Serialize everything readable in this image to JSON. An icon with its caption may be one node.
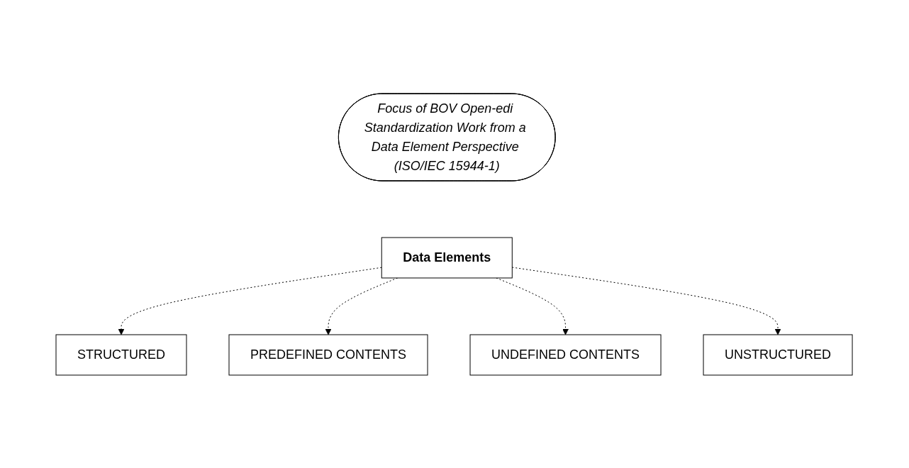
{
  "diagram": {
    "nodes": [
      {
        "text": [
          "STRUCTURED"
        ]
      },
      {
        "text": [
          "Focus of BOV Open-edi Standardization Work from a Data Element Perspective (ISO/IEC 15944-1)"
        ]
      },
      {
        "text": [
          "PREDEFINED CONTENTS"
        ]
      },
      {
        "text": [
          "Data Elements"
        ]
      },
      {
        "text": [
          "UNDEFINED CONTENTS"
        ]
      },
      {
        "text": [
          "UNSTRUCTURED"
        ]
      }
    ],
    "edges": [
      {
        "from": 3,
        "to": 0,
        "arrow": "to",
        "style": "dashed"
      },
      {
        "from": 3,
        "to": 2,
        "arrow": "to",
        "style": "dashed"
      },
      {
        "from": 3,
        "to": 4,
        "arrow": "to",
        "style": "dashed"
      },
      {
        "from": 3,
        "to": 5,
        "arrow": "to",
        "style": "dashed"
      }
    ]
  }
}
